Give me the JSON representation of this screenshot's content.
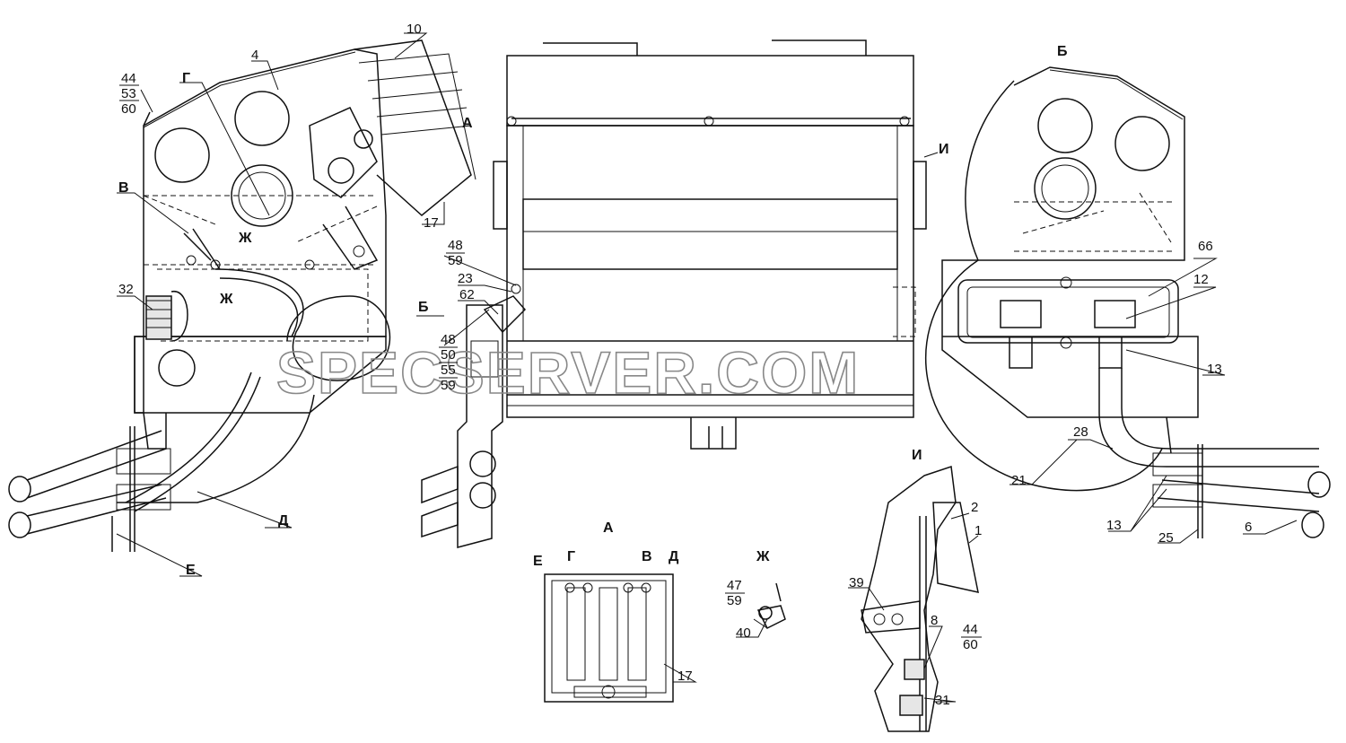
{
  "watermark": "SPECSERVER.COM",
  "view_labels": {
    "A_top": "А",
    "A_view": "А",
    "B_view": "Б",
    "B_arrow": "Б",
    "I_arrow": "И",
    "I_view": "И",
    "Zh_view": "Ж",
    "Zh_sec_top": "Ж",
    "Zh_sec_bot": "Ж",
    "V": "В",
    "G": "Г",
    "D": "Д",
    "E": "Е",
    "A_V": "В",
    "A_G": "Г",
    "A_D": "Д",
    "A_E": "Е"
  },
  "callouts": {
    "c10": "10",
    "c4": "4",
    "c44a": "44",
    "c53": "53",
    "c60a": "60",
    "c17a": "17",
    "c32": "32",
    "c48a": "48",
    "c59a": "59",
    "c23": "23",
    "c62": "62",
    "c48b": "48",
    "c50": "50",
    "c55": "55",
    "c59b": "59",
    "c66": "66",
    "c12": "12",
    "c13a": "13",
    "c28": "28",
    "c21": "21",
    "c13b": "13",
    "c25": "25",
    "c6": "6",
    "c2": "2",
    "c1": "1",
    "c39": "39",
    "c8": "8",
    "c44b": "44",
    "c60b": "60",
    "c31": "31",
    "c17b": "17",
    "c47": "47",
    "c59c": "59",
    "c40": "40"
  }
}
